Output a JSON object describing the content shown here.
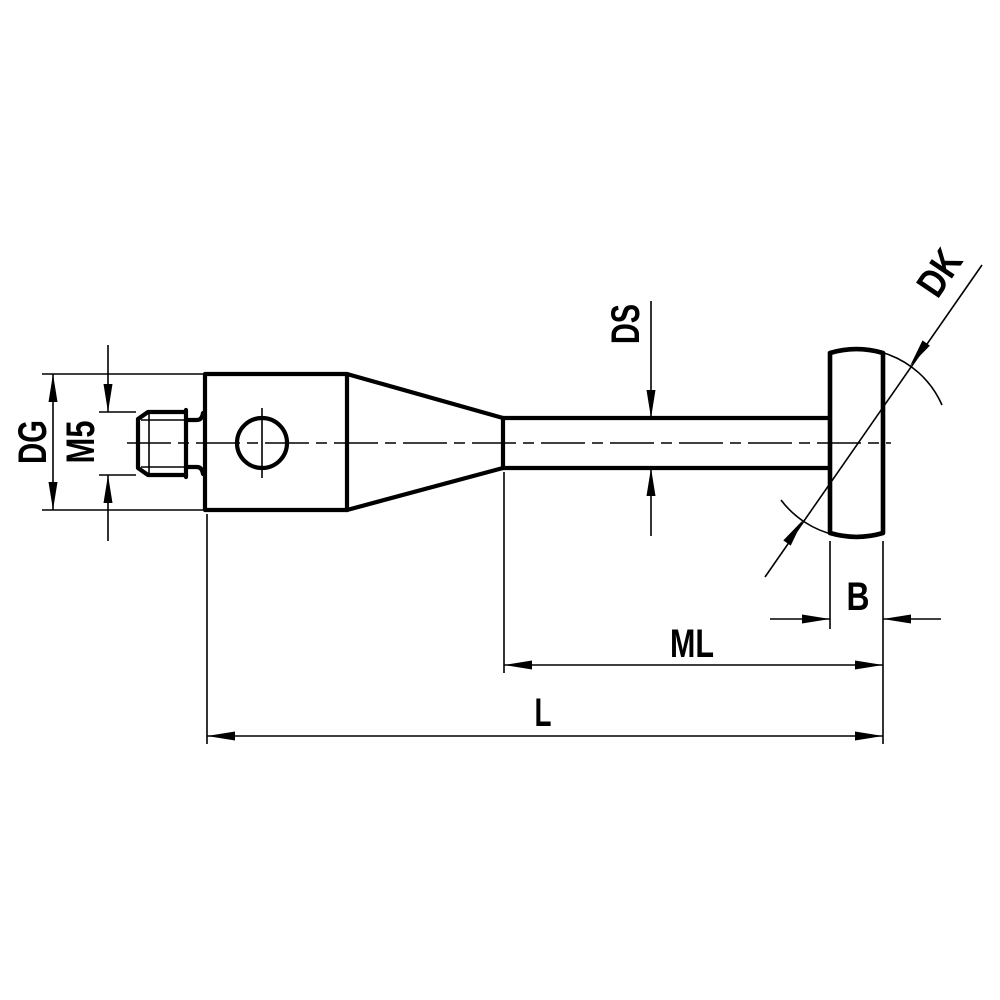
{
  "drawing": {
    "background": "#ffffff",
    "line_color": "#000000"
  },
  "labels": {
    "dg": "DG",
    "m5": "M5",
    "ds": "DS",
    "dk": "DK",
    "b": "B",
    "ml": "ML",
    "l": "L"
  }
}
